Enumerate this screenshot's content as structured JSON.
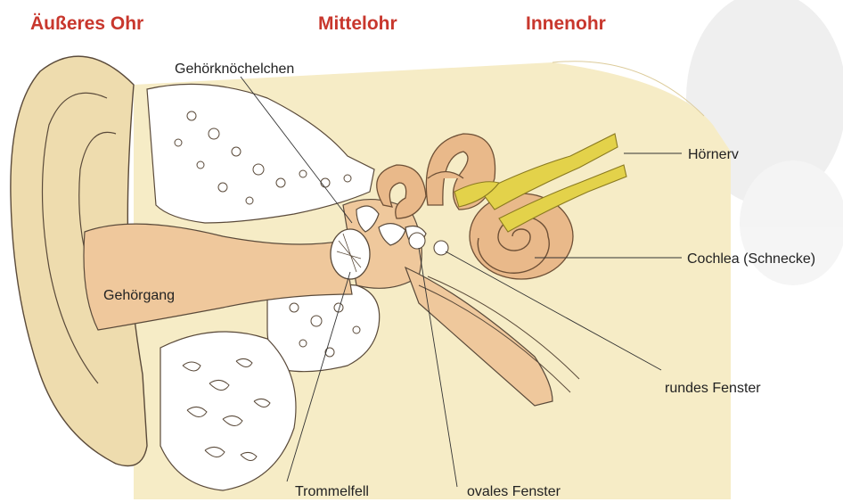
{
  "sections": {
    "outer_ear": "Äußeres Ohr",
    "middle_ear": "Mittelohr",
    "inner_ear": "Innenohr"
  },
  "labels": {
    "ossicles": "Gehörknöchelchen",
    "auditory_nerve": "Hörnerv",
    "cochlea": "Cochlea (Schnecke)",
    "ear_canal": "Gehörgang",
    "round_window": "rundes Fenster",
    "eardrum": "Trommelfell",
    "oval_window": "ovales Fenster"
  },
  "colors": {
    "section_title": "#c8372d",
    "skin": "#eedcae",
    "background_tissue": "#f6ecc6",
    "canal": "#efc89c",
    "nerve": "#e3d24a"
  }
}
